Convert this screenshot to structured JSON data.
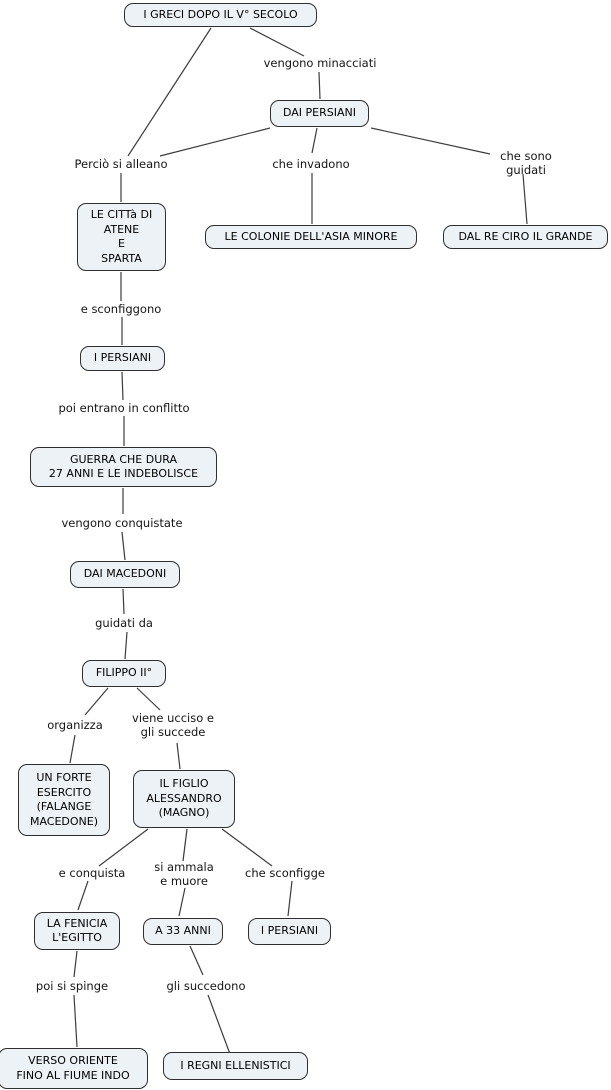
{
  "colors": {
    "background": "#ffffff",
    "node_fill": "#edf2f7",
    "node_border": "#2f2f2f",
    "line": "#3c3c3c",
    "text": "#000000"
  },
  "nodes": {
    "greci": "I GRECI DOPO IL V° SECOLO",
    "dai_persiani": "DAI PERSIANI",
    "citta": "LE CITTà DI\nATENE\nE\nSPARTA",
    "colonie": "LE COLONIE DELL'ASIA MINORE",
    "ciro": "DAL RE CIRO IL GRANDE",
    "persiani_sconfitti": "I PERSIANI",
    "guerra": "GUERRA CHE DURA\n27 ANNI E LE INDEBOLISCE",
    "macedoni": "DAI MACEDONI",
    "filippo": "FILIPPO II°",
    "esercito": "UN FORTE\nESERCITO\n(FALANGE\nMACEDONE)",
    "alessandro": "IL FIGLIO\nALESSANDRO\n(MAGNO)",
    "fenicia": "LA FENICIA\nL'EGITTO",
    "anni33": "A 33 ANNI",
    "persiani2": "I PERSIANI",
    "oriente": "VERSO ORIENTE\nFINO AL FIUME INDO",
    "regni": "I REGNI ELLENISTICI"
  },
  "links": {
    "minacciati": "vengono minacciati",
    "alleano": "Perciò si alleano",
    "invadono": "che invadono",
    "guidati_persiani": "che sono guidati",
    "sconfiggono": "e sconfiggono",
    "conflitto": "poi entrano in conflitto",
    "conquistate": "vengono conquistate",
    "guidati_da": "guidati da",
    "organizza": "organizza",
    "ucciso": "viene ucciso e\ngli succede",
    "conquista": "e conquista",
    "ammala": "si ammala\ne muore",
    "sconfigge": "che sconfigge",
    "spinge": "poi si spinge",
    "succedono": "gli succedono"
  }
}
